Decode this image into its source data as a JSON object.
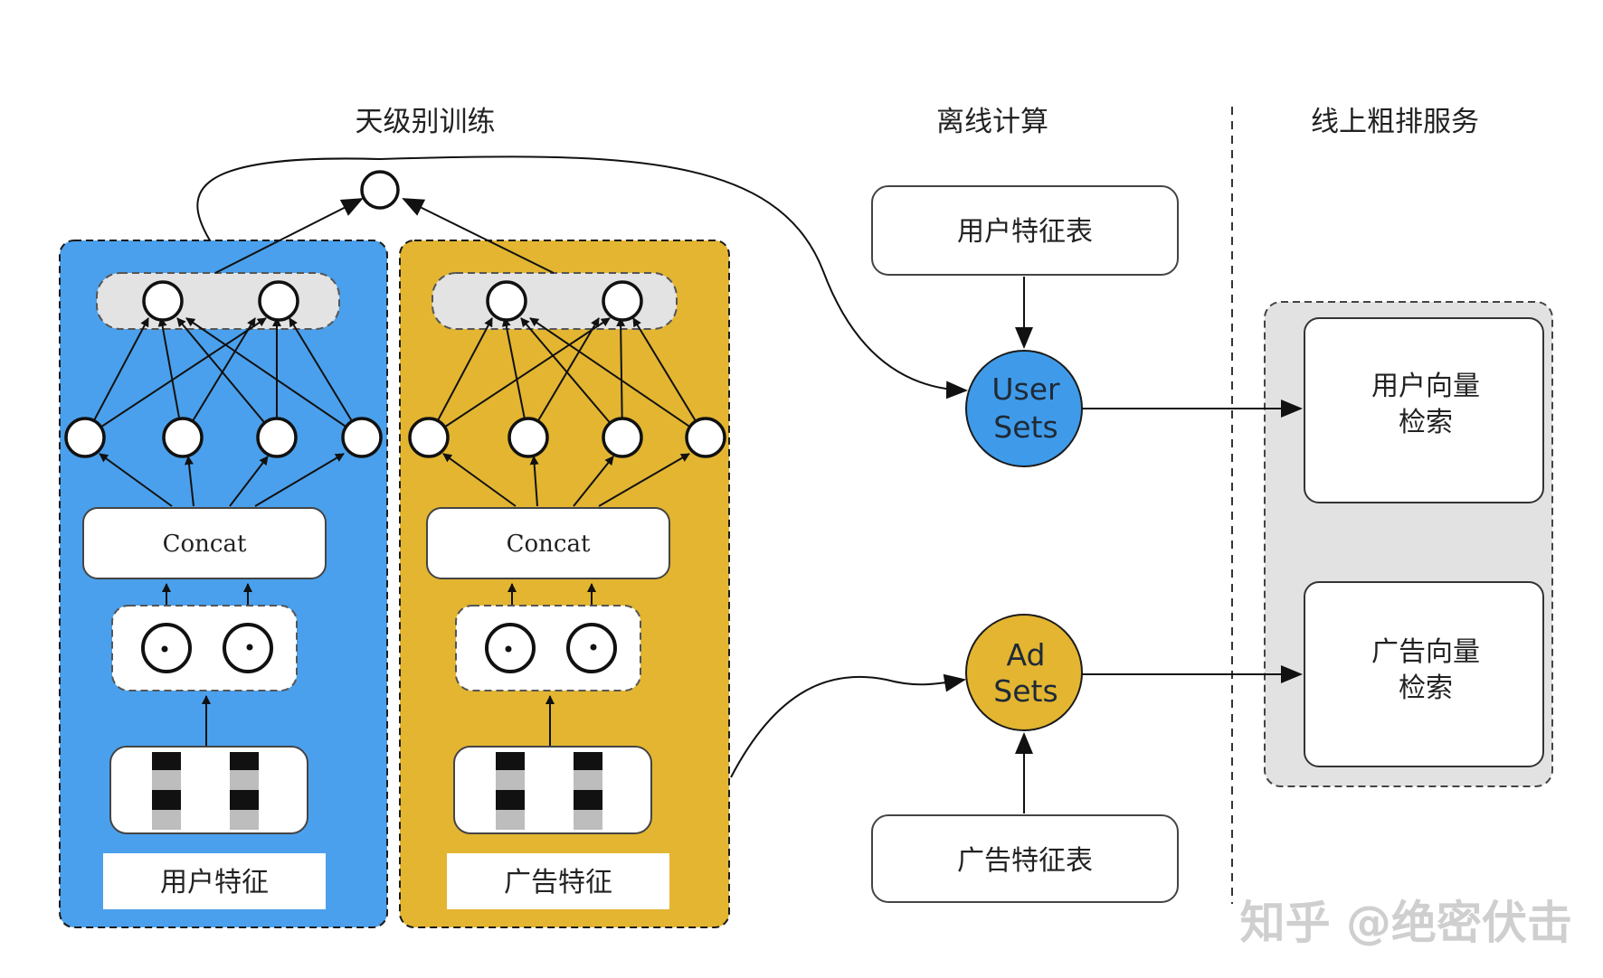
{
  "headers": {
    "training": "天级别训练",
    "offline": "离线计算",
    "online": "线上粗排服务"
  },
  "towers": {
    "user": {
      "concat_label": "Concat",
      "feature_label": "用户特征",
      "color": "#4aa0ec"
    },
    "ad": {
      "concat_label": "Concat",
      "feature_label": "广告特征",
      "color": "#e3b531"
    }
  },
  "offline": {
    "user_table": "用户特征表",
    "ad_table": "广告特征表",
    "user_sets": {
      "line1": "User",
      "line2": "Sets",
      "color": "#3f9bea"
    },
    "ad_sets": {
      "line1": "Ad",
      "line2": "Sets",
      "color": "#e3b531"
    }
  },
  "online": {
    "user_retrieval": {
      "line1": "用户向量",
      "line2": "检索"
    },
    "ad_retrieval": {
      "line1": "广告向量",
      "line2": "检索"
    },
    "panel_color": "#e2e2e2"
  },
  "watermark": "知乎 @绝密伏击"
}
